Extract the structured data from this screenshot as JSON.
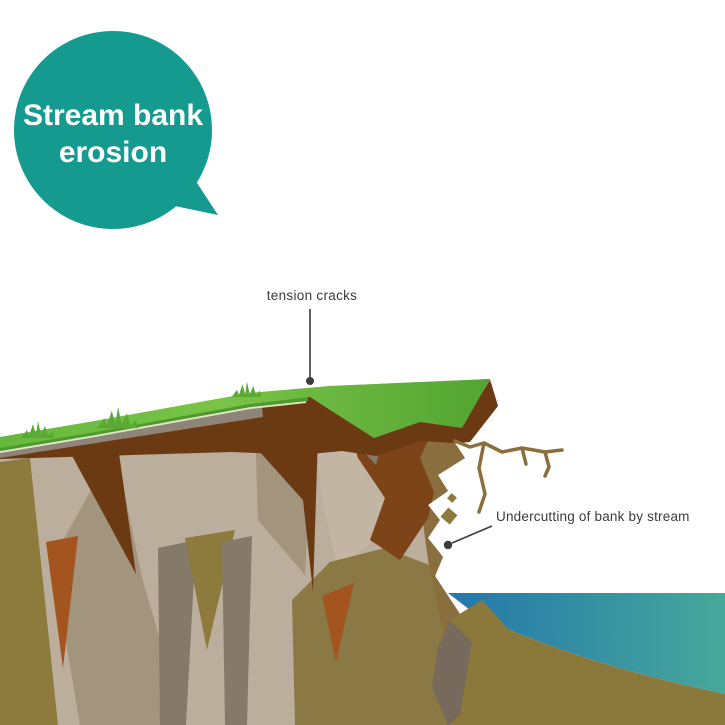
{
  "title": {
    "line1": "Stream bank",
    "line2": "erosion"
  },
  "labels": {
    "tension_cracks": "tension cracks",
    "undercutting": "Undercutting of bank by stream"
  },
  "colors": {
    "bubble_teal": "#149a8e",
    "title_white": "#ffffff",
    "label_text": "#3b3b3b",
    "grass_left": "#66b83c",
    "grass_mid": "#79c447",
    "grass_right": "#54a433",
    "grass_edge_dark": "#4e9a2d",
    "grass_edge_pale": "#dce9c4",
    "soil_brown": "#6b3a13",
    "rock_tan": "#bcae9d",
    "rock_tan_light": "#c3b5a3",
    "rock_tan_mid": "#a3947d",
    "rock_grey": "#85796a",
    "rock_olive": "#8d7b3e",
    "rock_olive_base": "#8a7845",
    "rock_rust": "#a4541f",
    "undercut_brown": "#7c4418",
    "edge_brown": "#8a6e3d",
    "under_grass_grey": "#8e8478",
    "water_blue": "#2377aa",
    "water_teal": "#47a89b",
    "shore_olive": "#8b793c",
    "boulder_dark": "#776a5c"
  }
}
